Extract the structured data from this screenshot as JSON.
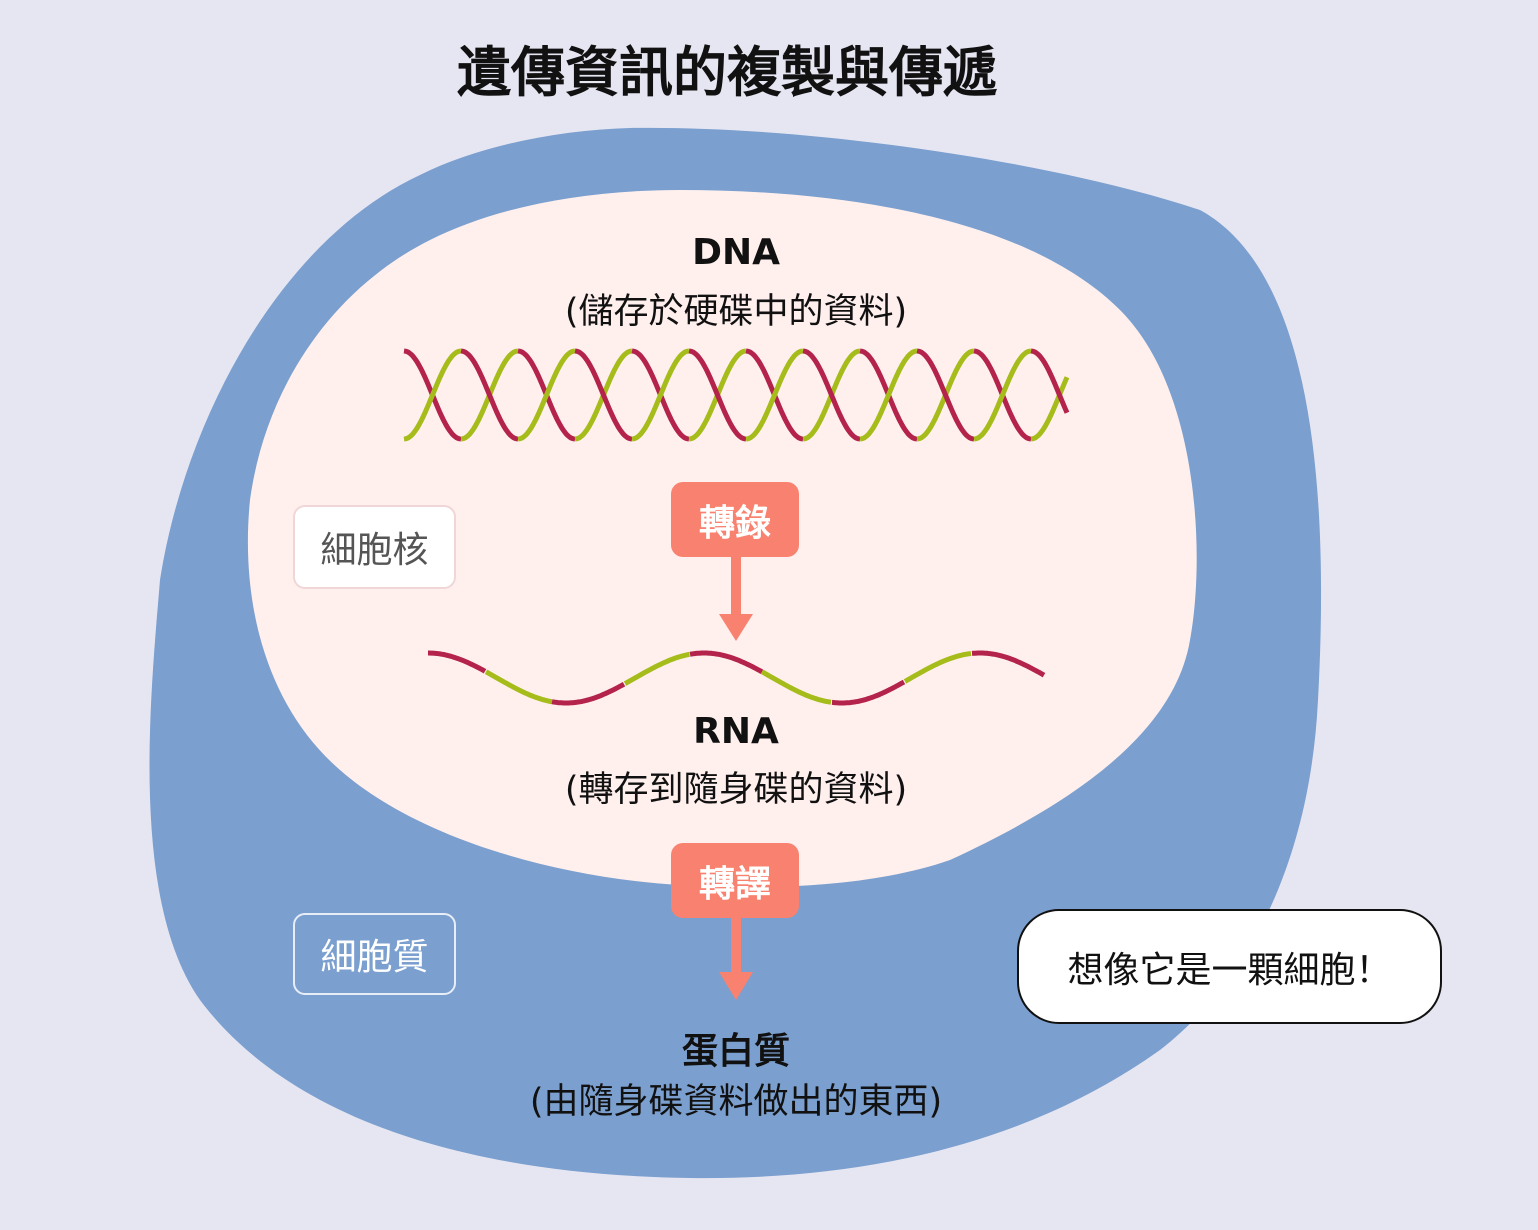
{
  "title": "遺傳資訊的複製與傳遞",
  "colors": {
    "background": "#e6e6f3",
    "cytoplasm": "#7b9fce",
    "nucleus": "#fff0ee",
    "strand_red": "#b3234b",
    "strand_green": "#a5bc1a",
    "step_box": "#f8826f"
  },
  "nucleus": {
    "label": "細胞核"
  },
  "cytoplasm": {
    "label": "細胞質"
  },
  "dna": {
    "title": "DNA",
    "subtitle": "(儲存於硬碟中的資料)"
  },
  "steps": {
    "transcription": "轉錄",
    "translation": "轉譯"
  },
  "rna": {
    "title": "RNA",
    "subtitle": "(轉存到隨身碟的資料)"
  },
  "protein": {
    "title": "蛋白質",
    "subtitle": "(由隨身碟資料做出的東西)"
  },
  "callout": "想像它是一顆細胞！"
}
